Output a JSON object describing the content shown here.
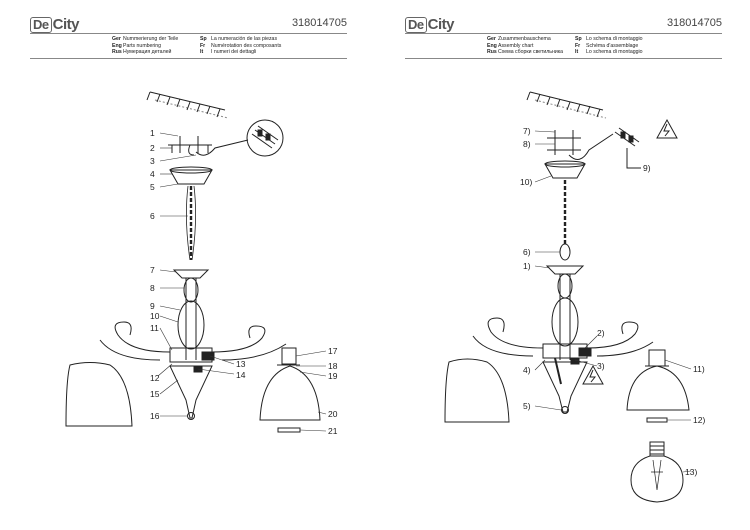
{
  "left": {
    "logo": {
      "boxed": "De",
      "rest": "City"
    },
    "code": "318014705",
    "header": {
      "col1": [
        {
          "lang": "Ger",
          "text": "Nummerierung der Teile"
        },
        {
          "lang": "Eng",
          "text": "Parts numbering"
        },
        {
          "lang": "Rus",
          "text": "Нумерация деталей"
        }
      ],
      "col2": [
        {
          "lang": "Sp",
          "text": "La numeración de las piezas"
        },
        {
          "lang": "Fr",
          "text": "Numérotation des composants"
        },
        {
          "lang": "It",
          "text": "I numeri dei dettagli"
        }
      ]
    },
    "labels": [
      "1",
      "2",
      "3",
      "4",
      "5",
      "6",
      "7",
      "8",
      "9",
      "10",
      "11",
      "12",
      "13",
      "14",
      "15",
      "16",
      "17",
      "18",
      "19",
      "20",
      "21"
    ]
  },
  "right": {
    "logo": {
      "boxed": "De",
      "rest": "City"
    },
    "code": "318014705",
    "header": {
      "col1": [
        {
          "lang": "Ger",
          "text": "Zusammenbauschema"
        },
        {
          "lang": "Eng",
          "text": "Assembly chart"
        },
        {
          "lang": "Rus",
          "text": "Схема сборки светильника"
        }
      ],
      "col2": [
        {
          "lang": "Sp",
          "text": "Lo schema di montaggio"
        },
        {
          "lang": "Fr",
          "text": "Schéma d'assemblage"
        },
        {
          "lang": "It",
          "text": "Lo schema di montaggio"
        }
      ]
    },
    "labels": [
      "7)",
      "8)",
      "9)",
      "10)",
      "6)",
      "1)",
      "2)",
      "3)",
      "4)",
      "5)",
      "11)",
      "12)",
      "13)"
    ]
  },
  "icons": [
    "warning-triangle-icon",
    "bulb-icon"
  ]
}
